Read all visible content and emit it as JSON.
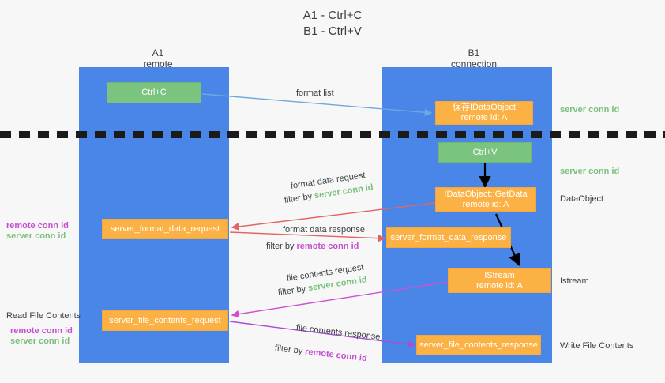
{
  "title": {
    "line1": "A1 - Ctrl+C",
    "line2": "B1 - Ctrl+V"
  },
  "columns": [
    {
      "name": "A1",
      "sub": "remote"
    },
    {
      "name": "B1",
      "sub": "connection"
    }
  ],
  "nodes": {
    "ctrl_c": {
      "label": "Ctrl+C"
    },
    "save_idataobject": {
      "label": "保存IDataObject",
      "sub": "remote id: A"
    },
    "ctrl_v": {
      "label": "Ctrl+V"
    },
    "getdata": {
      "label": "IDataObject::GetData",
      "sub": "remote id: A"
    },
    "server_format_data_request": {
      "label": "server_format_data_request"
    },
    "server_format_data_response": {
      "label": "server_format_data_response"
    },
    "istream": {
      "label": "IStream",
      "sub": "remote id: A"
    },
    "server_file_contents_request": {
      "label": "server_file_contents_request"
    },
    "server_file_contents_response": {
      "label": "server_file_contents_response"
    }
  },
  "edges": {
    "format_list": "format list",
    "format_data_request": "format data request",
    "format_data_request_filter_prefix": "filter by ",
    "format_data_request_filter_value": "server conn id",
    "format_data_response": "format data response",
    "format_data_response_filter_prefix": "filter by ",
    "format_data_response_filter_value": "remote conn id",
    "file_contents_request": "file contents request",
    "file_contents_request_filter_prefix": "filter by ",
    "file_contents_request_filter_value": "server conn id",
    "file_contents_response": "file contents response",
    "file_contents_response_filter_prefix": "filter by ",
    "file_contents_response_filter_value": "remote conn id"
  },
  "right_labels": {
    "server_conn_id_top": "server conn id",
    "server_conn_id_mid": "server conn id",
    "dataobject": "DataObject",
    "istream": "Istream",
    "write_file_contents": "Write File Contents"
  },
  "left_labels": {
    "remote_conn_id_upper": "remote conn id",
    "server_conn_id_upper": "server conn id",
    "read_file_contents": "Read File Contents",
    "remote_conn_id_lower": "remote conn id",
    "server_conn_id_lower": "server conn id"
  },
  "colors": {
    "lane": "#4a86e8",
    "green_node": "#7bc47f",
    "orange_node": "#fbb144",
    "server_conn": "#78c07c",
    "remote_conn": "#c44fd0",
    "arrow_blue": "#6fa8dc",
    "arrow_red": "#e06666",
    "arrow_magenta": "#d14fd1",
    "arrow_purple": "#a64fd0",
    "arrow_black": "#000000"
  }
}
